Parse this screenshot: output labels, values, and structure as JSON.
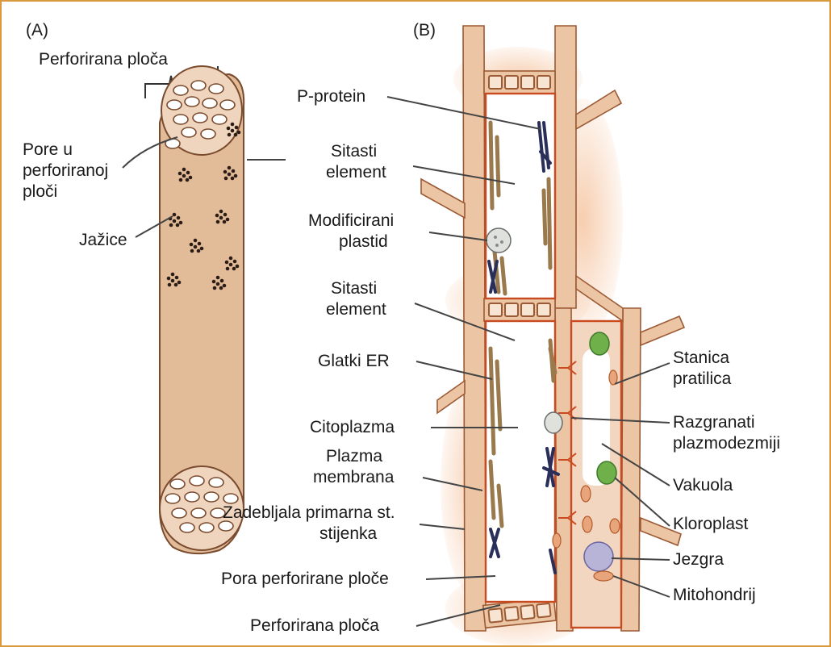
{
  "panel_a": {
    "tag": "(A)",
    "labels": {
      "perforated_plate": "Perforirana ploča",
      "pores_l1": "Pore u",
      "pores_l2": "perforiranoj",
      "pores_l3": "ploči",
      "pits": "Jažice"
    }
  },
  "panel_b": {
    "tag": "(B)",
    "labels": {
      "p_protein": "P-protein",
      "sieve1_l1": "Sitasti",
      "sieve1_l2": "element",
      "plastid_l1": "Modificirani",
      "plastid_l2": "plastid",
      "sieve2_l1": "Sitasti",
      "sieve2_l2": "element",
      "smooth_er": "Glatki ER",
      "cytoplasm": "Citoplazma",
      "membrane_l1": "Plazma",
      "membrane_l2": "membrana",
      "wall_l1": "Zadebljala primarna st.",
      "wall_l2": "stijenka",
      "plate_pore": "Pora perforirane ploče",
      "plate": "Perforirana ploča",
      "companion_l1": "Stanica",
      "companion_l2": "pratilica",
      "plasmodesmata_l1": "Razgranati",
      "plasmodesmata_l2": "plazmodezmiji",
      "vacuole": "Vakuola",
      "chloroplast": "Kloroplast",
      "nucleus": "Jezgra",
      "mitochondrion": "Mitohondrij"
    }
  },
  "colors": {
    "frame": "#d99a3e",
    "cell_wall": "#ecc6a4",
    "cell_wall_outline": "#9c5a34",
    "membrane": "#c84a1e",
    "glow": "#f6d2b4",
    "cytoplasm": "#ffffff",
    "companion_fill": "#f3d6c0",
    "chloroplast": "#6fb04a",
    "nucleus": "#b8b4d8",
    "er": "#b79a6a",
    "p_protein": "#2a2f5a",
    "leader": "#444444"
  }
}
